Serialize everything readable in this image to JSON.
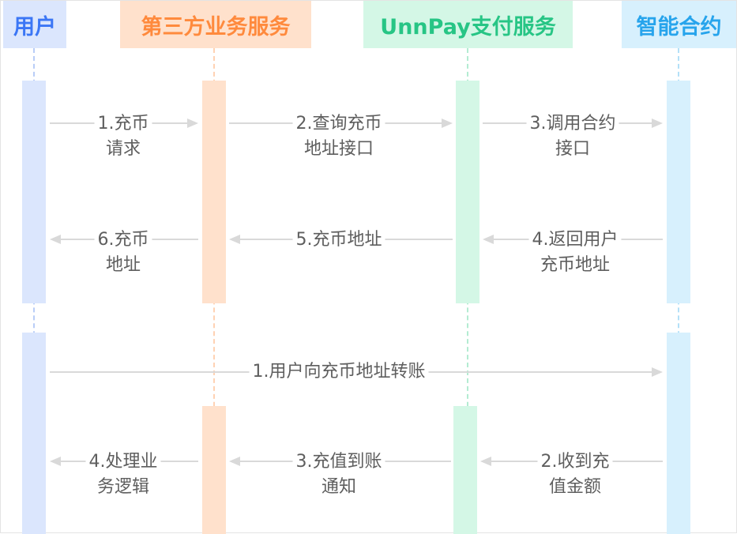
{
  "participants": [
    {
      "id": "user",
      "label": "用户",
      "header_bg": "#dbe6fd",
      "text_color": "#3b76f5",
      "lifeline_color": "#b9cdf7",
      "activation_color": "#dbe6fd"
    },
    {
      "id": "third",
      "label": "第三方业务服务",
      "header_bg": "#ffe1cc",
      "text_color": "#ff8a3d",
      "lifeline_color": "#ffd2b3",
      "activation_color": "#ffe1cc"
    },
    {
      "id": "unnpay",
      "label": "UnnPay支付服务",
      "header_bg": "#d4f7e6",
      "text_color": "#27c585",
      "lifeline_color": "#b3ecd2",
      "activation_color": "#d4f7e6"
    },
    {
      "id": "contract",
      "label": "智能合约",
      "header_bg": "#d7f0fd",
      "text_color": "#27a4ec",
      "lifeline_color": "#b3e0f8",
      "activation_color": "#d7f0fd"
    }
  ],
  "arrow_color": "#d9d9d9",
  "phase1": {
    "messages": [
      {
        "from": "user",
        "to": "third",
        "lines": [
          "1.充币",
          "请求"
        ]
      },
      {
        "from": "third",
        "to": "unnpay",
        "lines": [
          "2.查询充币",
          "地址接口"
        ]
      },
      {
        "from": "unnpay",
        "to": "contract",
        "lines": [
          "3.调用合约",
          "接口"
        ]
      },
      {
        "from": "contract",
        "to": "unnpay",
        "lines": [
          "4.返回用户",
          "充币地址"
        ]
      },
      {
        "from": "unnpay",
        "to": "third",
        "lines": [
          "5.充币地址"
        ]
      },
      {
        "from": "third",
        "to": "user",
        "lines": [
          "6.充币",
          "地址"
        ]
      }
    ]
  },
  "phase2": {
    "messages": [
      {
        "from": "user",
        "to": "contract",
        "lines": [
          "1.用户向充币地址转账"
        ]
      },
      {
        "from": "contract",
        "to": "unnpay",
        "lines": [
          "2.收到充",
          "值金额"
        ]
      },
      {
        "from": "unnpay",
        "to": "third",
        "lines": [
          "3.充值到账",
          "通知"
        ]
      },
      {
        "from": "third",
        "to": "user",
        "lines": [
          "4.处理业",
          "务逻辑"
        ]
      }
    ]
  }
}
